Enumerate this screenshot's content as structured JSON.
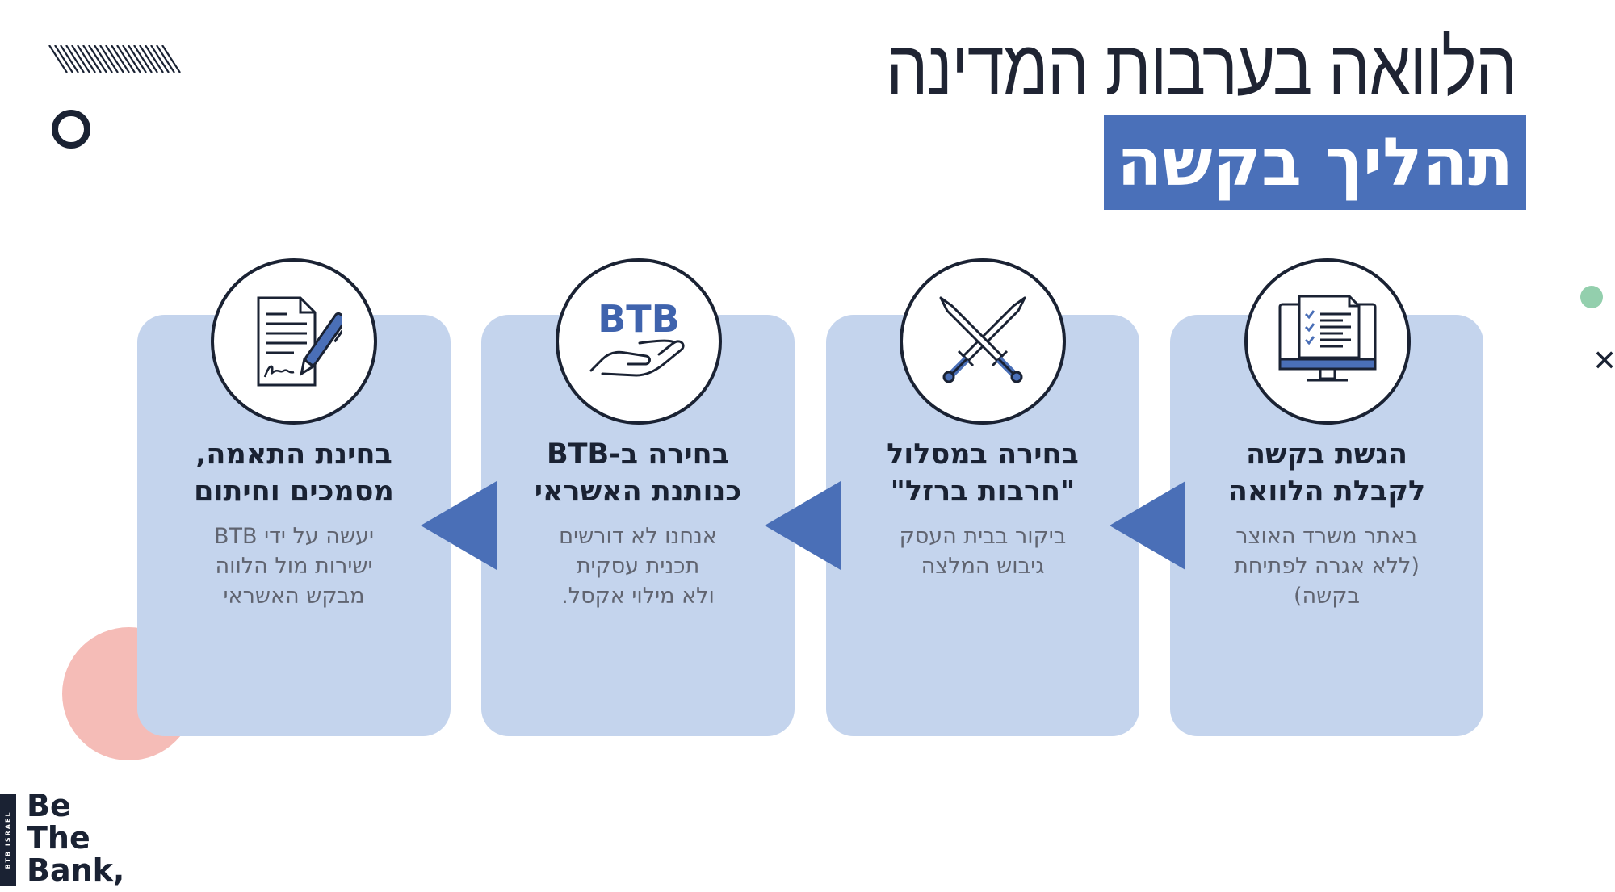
{
  "title": {
    "main": "הלוואה בערבות המדינה",
    "badge": "תהליך בקשה"
  },
  "steps": [
    {
      "icon": "computer-checklist-icon",
      "title_line1": "הגשת בקשה",
      "title_line2": "לקבלת הלוואה",
      "desc_line1": "באתר משרד האוצר",
      "desc_line2": "(ללא אגרה לפתיחת",
      "desc_line3": "בקשה)"
    },
    {
      "icon": "crossed-swords-icon",
      "title_line1": "בחירה במסלול",
      "title_line2": "\"חרבות ברזל\"",
      "desc_line1": "ביקור בבית העסק",
      "desc_line2": "גיבוש המלצה",
      "desc_line3": ""
    },
    {
      "icon": "btb-hand-icon",
      "icon_text": "BTB",
      "title_line1": "בחירה ב-BTB",
      "title_line2": "כנותנת האשראי",
      "desc_line1": "אנחנו לא דורשים",
      "desc_line2": "תכנית עסקית",
      "desc_line3": "ולא מילוי אקסל."
    },
    {
      "icon": "document-signature-pen-icon",
      "title_line1": "בחינת התאמה,",
      "title_line2": "מסמכים וחיתום",
      "desc_line1": "יעשה על ידי BTB",
      "desc_line2": "ישירות מול הלווה",
      "desc_line3": "מבקש האשראי"
    }
  ],
  "logo": {
    "vertical": "BTB ISRAEL",
    "line1": "Be",
    "line2": "The",
    "line3": "Bank,"
  },
  "colors": {
    "accent_blue": "#4a70b9",
    "card_bg": "#c4d4ed",
    "dark": "#1a2233",
    "pink": "#f5bcb7",
    "green": "#93cfad"
  }
}
